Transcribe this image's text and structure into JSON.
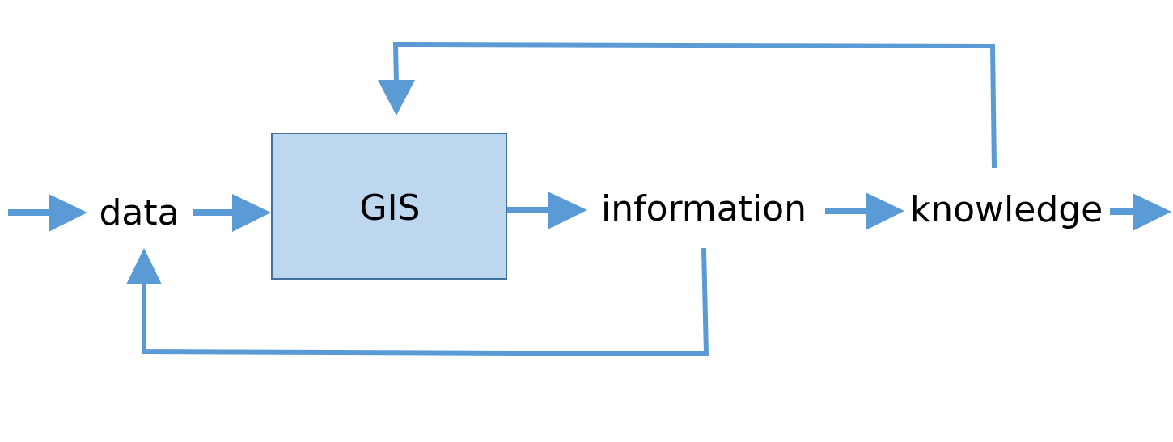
{
  "nodes": {
    "data": "data",
    "gis": "GIS",
    "information": "information",
    "knowledge": "knowledge"
  },
  "colors": {
    "arrow": "#5b9bd5",
    "box_fill": "#bdd7ee",
    "box_border": "#41719c",
    "text": "#000000"
  }
}
